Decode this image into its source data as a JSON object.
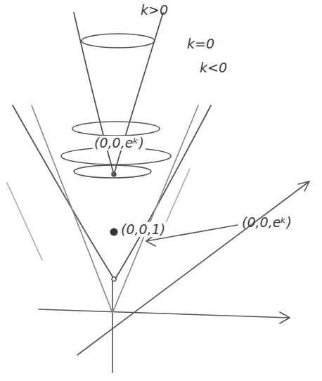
{
  "diagram": {
    "labels": [
      "k>0",
      "k=0",
      "k<0",
      "(0,0,eᵏ)",
      "(0,0,1)",
      "(0,0,eᵏ)"
    ]
  }
}
